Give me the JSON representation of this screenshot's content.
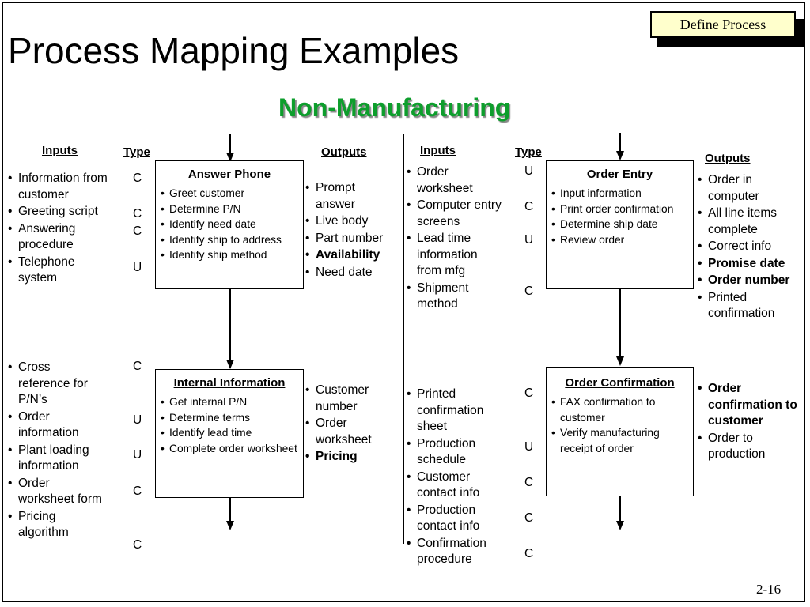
{
  "badge": "Define Process",
  "title": "Process Mapping Examples",
  "subtitle": "Non-Manufacturing",
  "headers": {
    "inputs": "Inputs",
    "type": "Type",
    "outputs": "Outputs"
  },
  "left": {
    "answer_phone": {
      "title": "Answer Phone",
      "steps": [
        "Greet customer",
        "Determine P/N",
        "Identify need date",
        "Identify ship to address",
        "Identify ship method"
      ],
      "inputs": [
        "Information from customer",
        "Greeting script",
        "Answering procedure",
        "Telephone system"
      ],
      "types": [
        "C",
        "C",
        "C",
        "U"
      ],
      "outputs": [
        {
          "text": "Prompt answer",
          "bold": false
        },
        {
          "text": "Live body",
          "bold": false
        },
        {
          "text": "Part number",
          "bold": false
        },
        {
          "text": "Availability",
          "bold": true
        },
        {
          "text": "Need date",
          "bold": false
        }
      ]
    },
    "internal_information": {
      "title": "Internal Information",
      "steps": [
        "Get internal P/N",
        "Determine terms",
        "Identify lead time",
        "Complete order worksheet"
      ],
      "inputs": [
        "Cross reference for P/N’s",
        "Order information",
        "Plant loading information",
        "Order worksheet form",
        "Pricing algorithm"
      ],
      "types": [
        "C",
        "U",
        "U",
        "C",
        "C"
      ],
      "outputs": [
        {
          "text": "Customer number",
          "bold": false
        },
        {
          "text": "Order worksheet",
          "bold": false
        },
        {
          "text": "Pricing",
          "bold": true
        }
      ]
    }
  },
  "right": {
    "order_entry": {
      "title": "Order Entry",
      "steps": [
        "Input information",
        "Print order confirmation",
        "Determine ship date",
        "Review order"
      ],
      "inputs": [
        "Order worksheet",
        "Computer entry screens",
        "Lead time information from mfg",
        "Shipment method"
      ],
      "types": [
        "U",
        "C",
        "U",
        "C"
      ],
      "outputs": [
        {
          "text": "Order in computer",
          "bold": false
        },
        {
          "text": "All line items complete",
          "bold": false
        },
        {
          "text": "Correct info",
          "bold": false
        },
        {
          "text": "Promise date",
          "bold": true
        },
        {
          "text": "Order number",
          "bold": true
        },
        {
          "text": "Printed confirmation",
          "bold": false
        }
      ]
    },
    "order_confirmation": {
      "title": "Order Confirmation",
      "steps": [
        "FAX confirmation to customer",
        "Verify manufacturing receipt of order"
      ],
      "inputs": [
        "Printed confirmation sheet",
        "Production schedule",
        "Customer contact info",
        "Production contact info",
        "Confirmation procedure"
      ],
      "types": [
        "C",
        "U",
        "C",
        "C",
        "C"
      ],
      "outputs": [
        {
          "text": "Order confirmation to customer",
          "bold": true
        },
        {
          "text": "Order to production",
          "bold": false
        }
      ]
    }
  },
  "page_number": "2-16"
}
